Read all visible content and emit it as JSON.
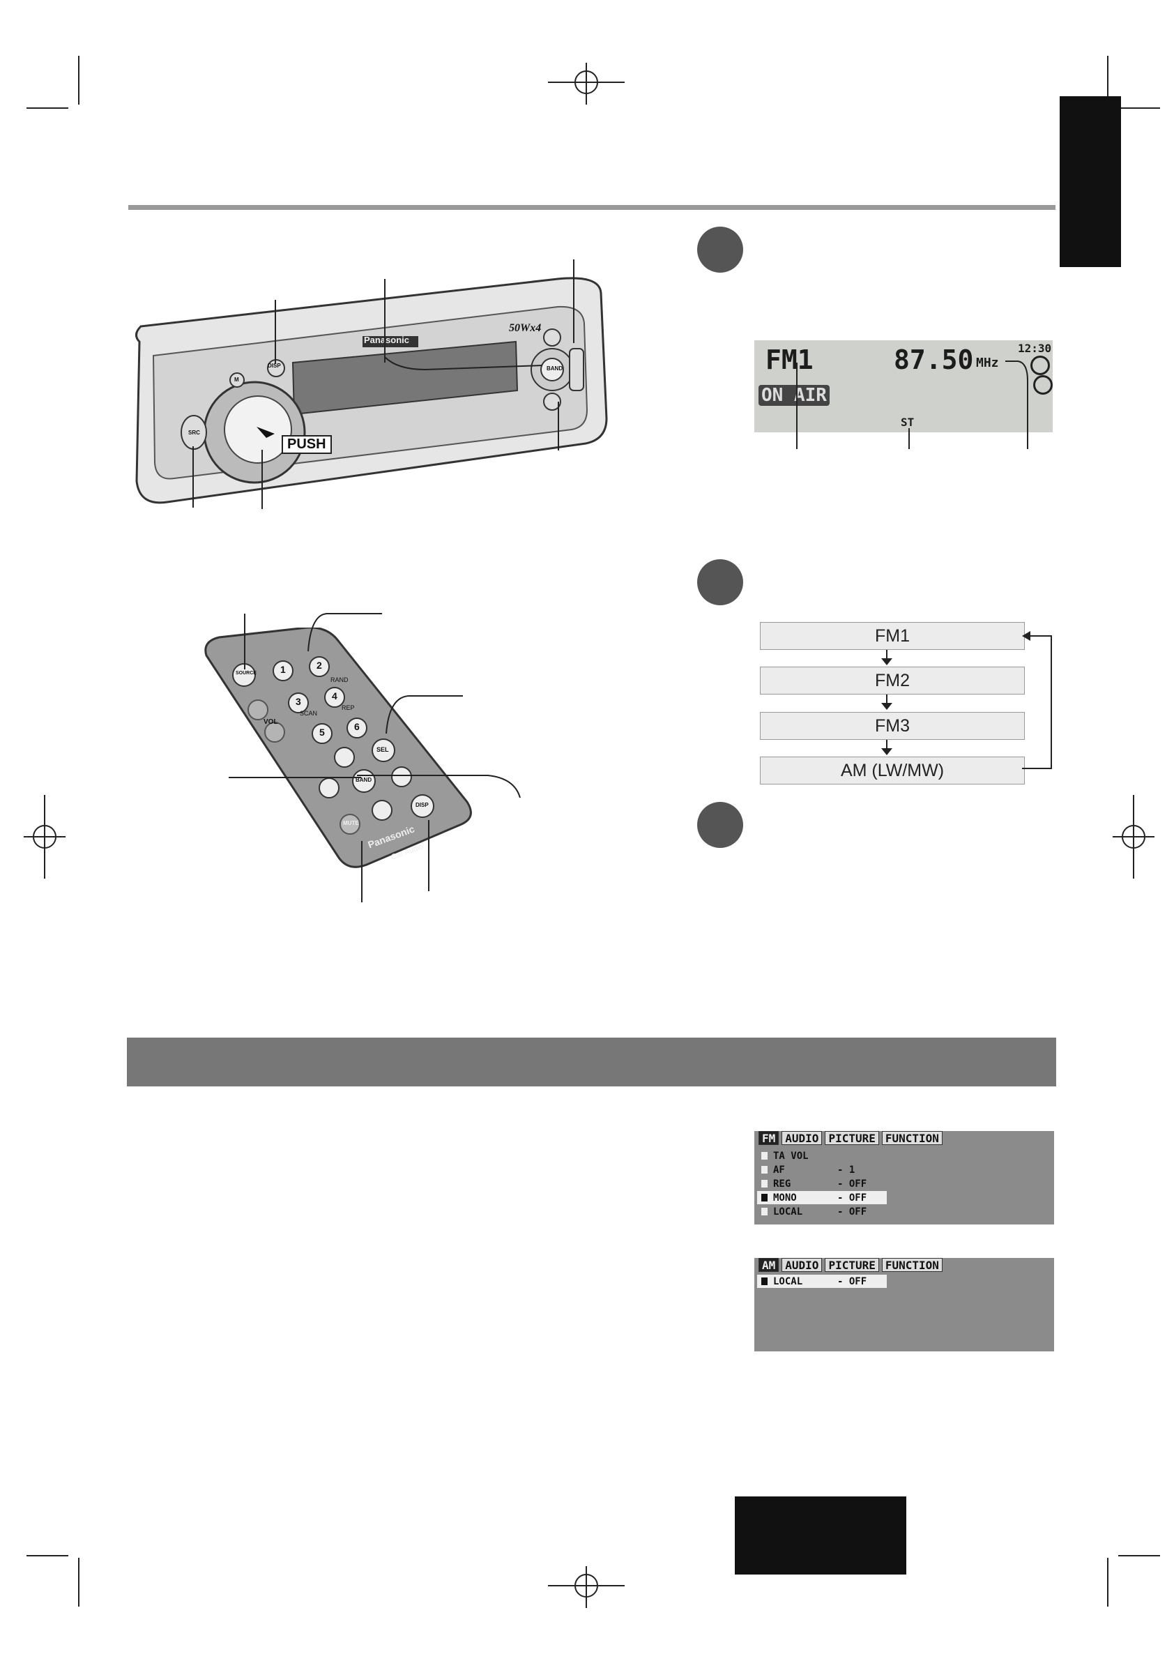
{
  "head_unit": {
    "brand": "Panasonic",
    "model_badge": "50Wx4",
    "button_disp": "DISP",
    "button_band": "BAND",
    "button_src": "SRC",
    "button_mute": "M",
    "push_label": "PUSH"
  },
  "remote": {
    "source_button": "SOURCE",
    "number_buttons": [
      "1",
      "2",
      "3",
      "4",
      "5",
      "6"
    ],
    "rand_label": "RAND",
    "scan_label": "SCAN",
    "rep_label": "REP",
    "vol_label": "VOL",
    "sel_button": "SEL",
    "band_button": "BAND",
    "disp_button": "DISP",
    "mute_button": "MUTE",
    "brand": "Panasonic",
    "sub_brand": "Car Audio"
  },
  "lcd": {
    "band": "FM1",
    "frequency": "87.50",
    "unit": "MHz",
    "clock": "12:30",
    "on_air": "ON AIR",
    "stereo": "ST"
  },
  "band_cycle": [
    "FM1",
    "FM2",
    "FM3",
    "AM (LW/MW)"
  ],
  "fm_menu": {
    "tabs": [
      "FM",
      "AUDIO",
      "PICTURE",
      "FUNCTION"
    ],
    "rows": [
      {
        "name": "TA VOL",
        "value": ""
      },
      {
        "name": "AF",
        "value": "- 1"
      },
      {
        "name": "REG",
        "value": "- OFF"
      },
      {
        "name": "MONO",
        "value": "- OFF"
      },
      {
        "name": "LOCAL",
        "value": "- OFF"
      }
    ],
    "selected_index": 3
  },
  "am_menu": {
    "tabs": [
      "AM",
      "AUDIO",
      "PICTURE",
      "FUNCTION"
    ],
    "rows": [
      {
        "name": "LOCAL",
        "value": "- OFF"
      }
    ],
    "selected_index": 0
  },
  "colors": {
    "rule": "#999999",
    "section_bar": "#777777",
    "side_tab": "#111111",
    "step_circle": "#555555",
    "page_box": "#111111"
  }
}
